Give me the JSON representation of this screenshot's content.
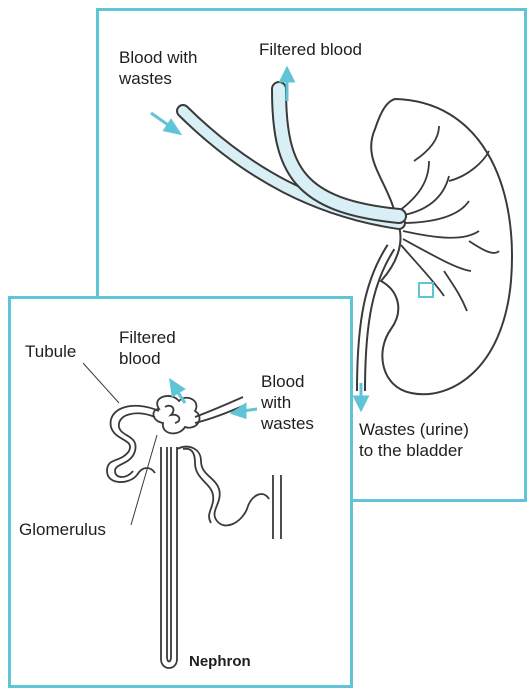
{
  "kidney_panel": {
    "labels": {
      "blood_with_wastes": "Blood with\nwastes",
      "filtered_blood": "Filtered blood",
      "wastes_urine": "Wastes (urine)\nto the bladder"
    }
  },
  "nephron_panel": {
    "labels": {
      "tubule": "Tubule",
      "filtered_blood": "Filtered\nblood",
      "blood_with_wastes": "Blood\nwith\nwastes",
      "glomerulus": "Glomerulus"
    },
    "caption": "Nephron"
  },
  "colors": {
    "accent": "#5fc4d6",
    "line": "#3a3a3a",
    "vessel_fill": "#d8f0f5"
  }
}
